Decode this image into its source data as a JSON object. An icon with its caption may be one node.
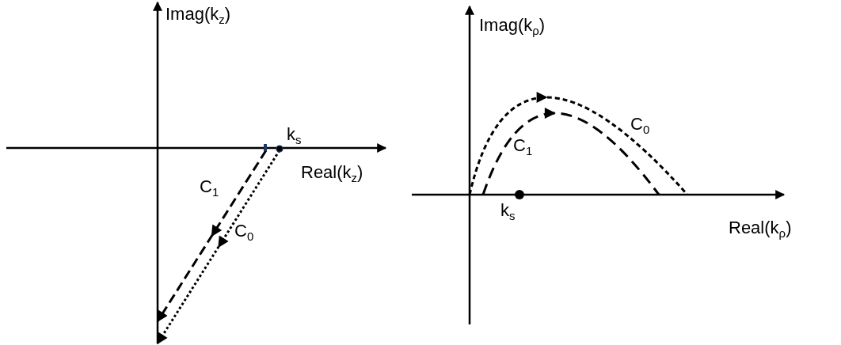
{
  "diagram": {
    "labels": [
      "Imag(k$_{z}$)",
      "k$_{s}$",
      "Real(k$_{z}$)",
      "C$_{1}$",
      "C$_{0}$",
      "Imag(k$_{ρ}$)",
      "C$_{0}$",
      "C$_{1}$",
      "k$_{s}$",
      "Real(k$_{ρ}$)"
    ]
  }
}
